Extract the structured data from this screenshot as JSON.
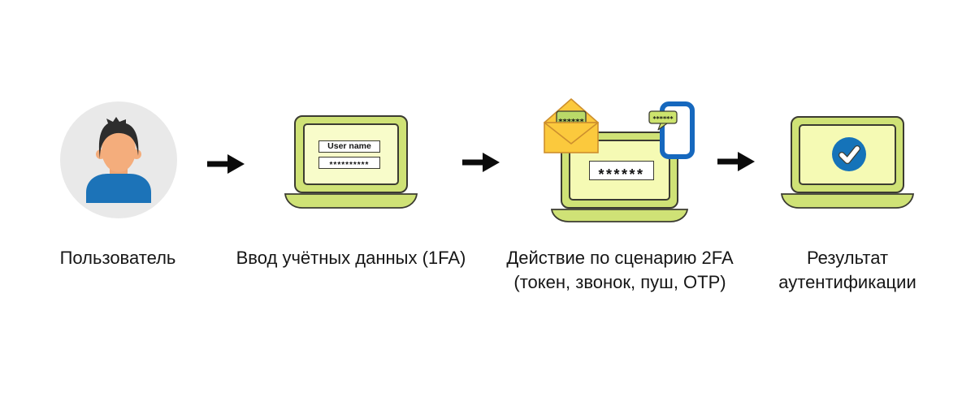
{
  "diagram": {
    "title_semantic": "two-factor-authentication-flow",
    "steps": [
      {
        "id": "user",
        "label": "Пользователь"
      },
      {
        "id": "credentials-1fa",
        "label": "Ввод учётных данных (1FA)",
        "username_value": "User name",
        "password_value": "**********"
      },
      {
        "id": "second-factor-2fa",
        "label_line1": "Действие по сценарию 2FA",
        "label_line2": "(токен, звонок, пуш, OTP)",
        "otp_input": "******",
        "email_code": "******",
        "sms_code": "******"
      },
      {
        "id": "auth-result",
        "label_line1": "Результат",
        "label_line2": "аутентификации"
      }
    ],
    "colors": {
      "laptop_body": "#cfe276",
      "laptop_screen": "#f8fcca",
      "laptop_screen_2fa": "#f5fab4",
      "outline": "#3b3b31",
      "envelope": "#fbc93d",
      "envelope_outline": "#cd8f2e",
      "code_card": "#b9d968",
      "sms_bubble": "#cde46e",
      "phone_blue": "#1668be",
      "check_circle_blue": "#1573b9",
      "avatar_background": "#e9e9e9",
      "avatar_shirt": "#1c73b8",
      "avatar_skin": "#f4ad7c",
      "avatar_hair": "#2d2d2d",
      "arrow": "#0b0b0b",
      "text": "#161616"
    }
  }
}
